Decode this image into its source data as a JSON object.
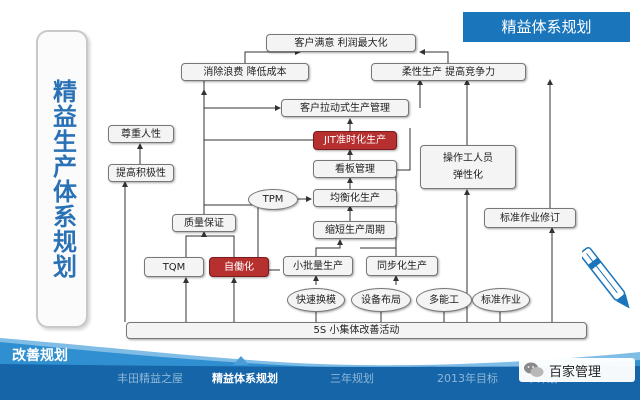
{
  "header": {
    "badge_label": "精益体系规划"
  },
  "sidebar": {
    "title": "精益生产体系规划"
  },
  "diagram": {
    "nodes": {
      "customer_satisfaction": "客户满意 利润最大化",
      "eliminate_waste": "消除浪费 降低成本",
      "flexible_production": "柔性生产 提高竞争力",
      "pull_production": "客户拉动式生产管理",
      "jit": "JIT准时化生产",
      "kanban": "看板管理",
      "leveling": "均衡化生产",
      "tpm": "TPM",
      "shorten_cycle": "缩短生产周期",
      "small_batch": "小批量生产",
      "sync_production": "同步化生产",
      "respect": "尊重人性",
      "motivation": "提高积极性",
      "quality": "质量保证",
      "tqm": "TQM",
      "jidoka": "自働化",
      "operators_line1": "操作工人员",
      "operators_line2": "弹性化",
      "std_revision": "标准作业修订",
      "quick_changeover": "快速换模",
      "layout": "设备布局",
      "multi_skill": "多能工",
      "std_work": "标准作业",
      "base": "5S   小集体改善活动"
    }
  },
  "footer": {
    "section_title": "改善规划",
    "nav": [
      "丰田精益之屋",
      "精益体系规划",
      "三年规划",
      "2013年目标",
      "年计划"
    ],
    "active_index": 1
  },
  "watermark": {
    "text": "百家管理"
  },
  "colors": {
    "accent_blue": "#1a75bb",
    "highlight_red": "#b5302f"
  }
}
